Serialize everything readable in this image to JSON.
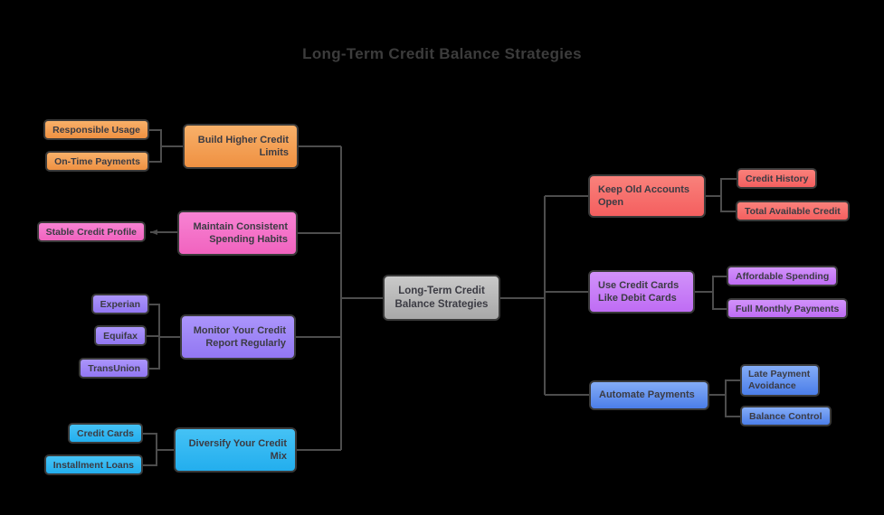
{
  "title": "Long-Term Credit Balance Strategies",
  "diagram": {
    "root": {
      "label": "Long-Term Credit Balance Strategies"
    },
    "branches": [
      {
        "label": "Build Higher Credit Limits",
        "color": "orange",
        "side": "left",
        "children": [
          {
            "label": "Responsible Usage"
          },
          {
            "label": "On-Time Payments"
          }
        ]
      },
      {
        "label": "Maintain Consistent Spending Habits",
        "color": "pink",
        "side": "left",
        "children": [
          {
            "label": "Stable Credit Profile"
          }
        ]
      },
      {
        "label": "Monitor Your Credit Report Regularly",
        "color": "purple",
        "side": "left",
        "children": [
          {
            "label": "Experian"
          },
          {
            "label": "Equifax"
          },
          {
            "label": "TransUnion"
          }
        ]
      },
      {
        "label": "Diversify Your Credit Mix",
        "color": "cyan",
        "side": "left",
        "children": [
          {
            "label": "Credit Cards"
          },
          {
            "label": "Installment Loans"
          }
        ]
      },
      {
        "label": "Keep Old Accounts Open",
        "color": "red",
        "side": "right",
        "children": [
          {
            "label": "Credit History"
          },
          {
            "label": "Total Available Credit"
          }
        ]
      },
      {
        "label": "Use Credit Cards Like Debit Cards",
        "color": "violet",
        "side": "right",
        "children": [
          {
            "label": "Affordable Spending"
          },
          {
            "label": "Full Monthly Payments"
          }
        ]
      },
      {
        "label": "Automate Payments",
        "color": "blue",
        "side": "right",
        "children": [
          {
            "label": "Late Payment Avoidance"
          },
          {
            "label": "Balance Control"
          }
        ]
      }
    ]
  },
  "colors": {
    "background": "#000000",
    "edge": "#4d4d4d",
    "title_text": "#3c3c3c",
    "node_text": "#3b3b43",
    "node_border": "#3a3a3a",
    "orange": {
      "top": "#f8b069",
      "bottom": "#ef9142"
    },
    "pink": {
      "top": "#f783d3",
      "bottom": "#f163bf"
    },
    "purple": {
      "top": "#ab95fb",
      "bottom": "#9277f2"
    },
    "cyan": {
      "top": "#45c2f5",
      "bottom": "#23aeee"
    },
    "gray": {
      "top": "#c9c9c9",
      "bottom": "#a8a8a8"
    },
    "red": {
      "top": "#f9817b",
      "bottom": "#f45f5f"
    },
    "violet": {
      "top": "#d192fa",
      "bottom": "#bf6cf4"
    },
    "blue": {
      "top": "#84acf6",
      "bottom": "#4b7ee9"
    }
  }
}
